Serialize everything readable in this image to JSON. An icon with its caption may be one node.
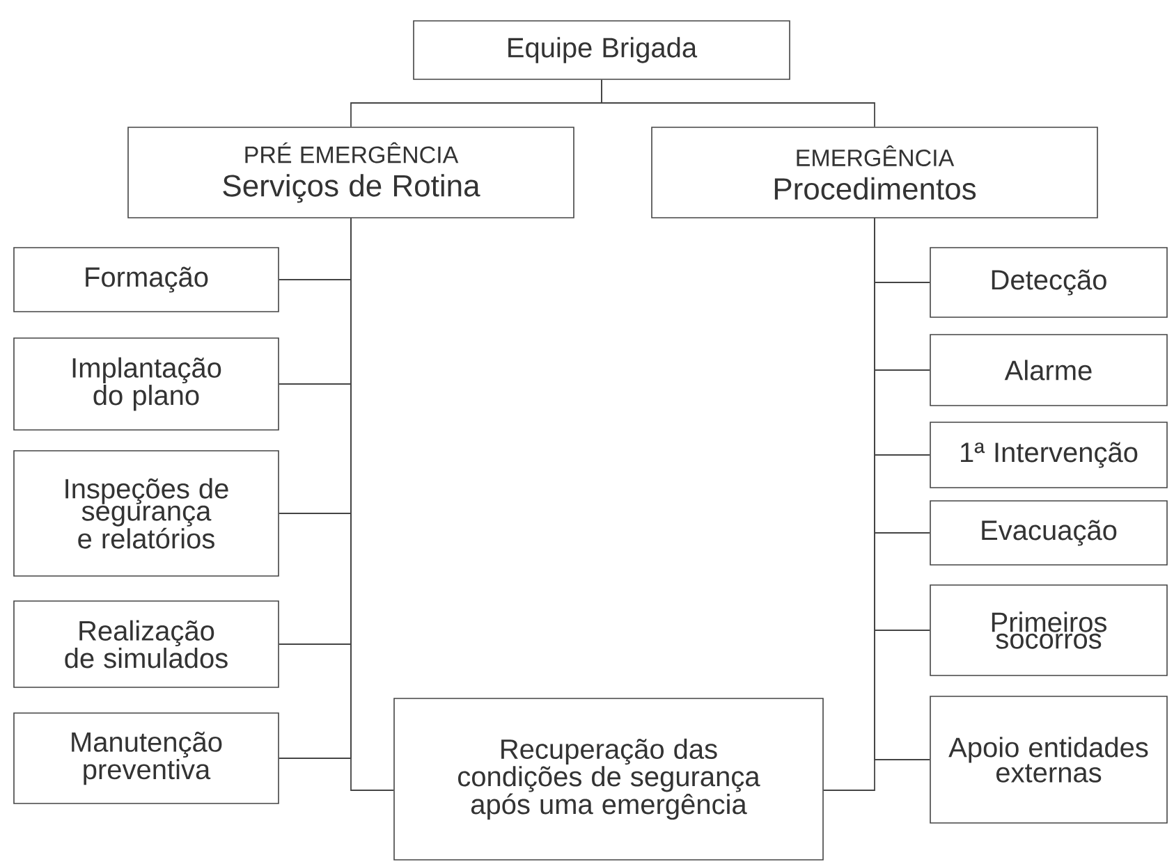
{
  "diagram": {
    "nodes": [
      {
        "text": [
          "Equipe Brigada"
        ]
      },
      {
        "text": [
          "PRÉ EMERGÊNCIA",
          "Serviços de Rotina"
        ]
      },
      {
        "text": [
          "EMERGÊNCIA",
          "Procedimentos"
        ]
      },
      {
        "text": [
          "Formação"
        ]
      },
      {
        "text": [
          "Implantação do plano"
        ]
      },
      {
        "text": [
          "Inspeções de segurança e relatórios"
        ]
      },
      {
        "text": [
          "Realização de simulados"
        ]
      },
      {
        "text": [
          "Manutenção preventiva"
        ]
      },
      {
        "text": [
          "Recuperação das condições de segurança após uma emergência"
        ]
      },
      {
        "text": [
          "Detecção"
        ]
      },
      {
        "text": [
          "Alarme"
        ]
      },
      {
        "text": [
          "1ª Intervenção"
        ]
      },
      {
        "text": [
          "Evacuação"
        ]
      },
      {
        "text": [
          "Primeiros socorros"
        ]
      },
      {
        "text": [
          "Apoio entidades externas"
        ]
      }
    ],
    "edges": [
      {
        "from": 0,
        "to": 1,
        "arrow": "none"
      },
      {
        "from": 0,
        "to": 2,
        "arrow": "none"
      },
      {
        "from": 1,
        "to": 3,
        "arrow": "none"
      },
      {
        "from": 1,
        "to": 4,
        "arrow": "none"
      },
      {
        "from": 1,
        "to": 5,
        "arrow": "none"
      },
      {
        "from": 1,
        "to": 6,
        "arrow": "none"
      },
      {
        "from": 1,
        "to": 7,
        "arrow": "none"
      },
      {
        "from": 1,
        "to": 8,
        "arrow": "none"
      },
      {
        "from": 2,
        "to": 9,
        "arrow": "none"
      },
      {
        "from": 2,
        "to": 10,
        "arrow": "none"
      },
      {
        "from": 2,
        "to": 11,
        "arrow": "none"
      },
      {
        "from": 2,
        "to": 12,
        "arrow": "none"
      },
      {
        "from": 2,
        "to": 13,
        "arrow": "none"
      },
      {
        "from": 2,
        "to": 14,
        "arrow": "none"
      },
      {
        "from": 2,
        "to": 8,
        "arrow": "none"
      }
    ]
  }
}
